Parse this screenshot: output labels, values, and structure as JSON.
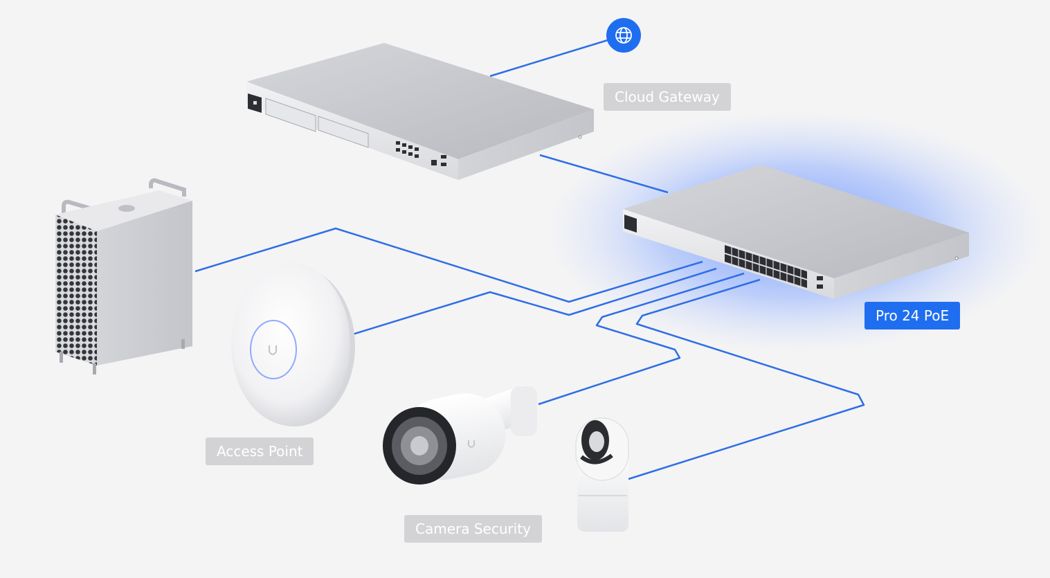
{
  "labels": {
    "cloud_gateway": "Cloud Gateway",
    "pro24": "Pro 24 PoE",
    "access_point": "Access Point",
    "camera_security": "Camera Security"
  },
  "icons": {
    "internet": "globe-icon",
    "ap_logo": "ubiquiti-u-logo"
  },
  "colors": {
    "background": "#f4f4f5",
    "cable": "#2f6ee6",
    "accent": "#1f6ef0",
    "glow": "#5d8cff",
    "label_muted": "#d3d3d5"
  },
  "state": {
    "selected_device": "pro24"
  }
}
